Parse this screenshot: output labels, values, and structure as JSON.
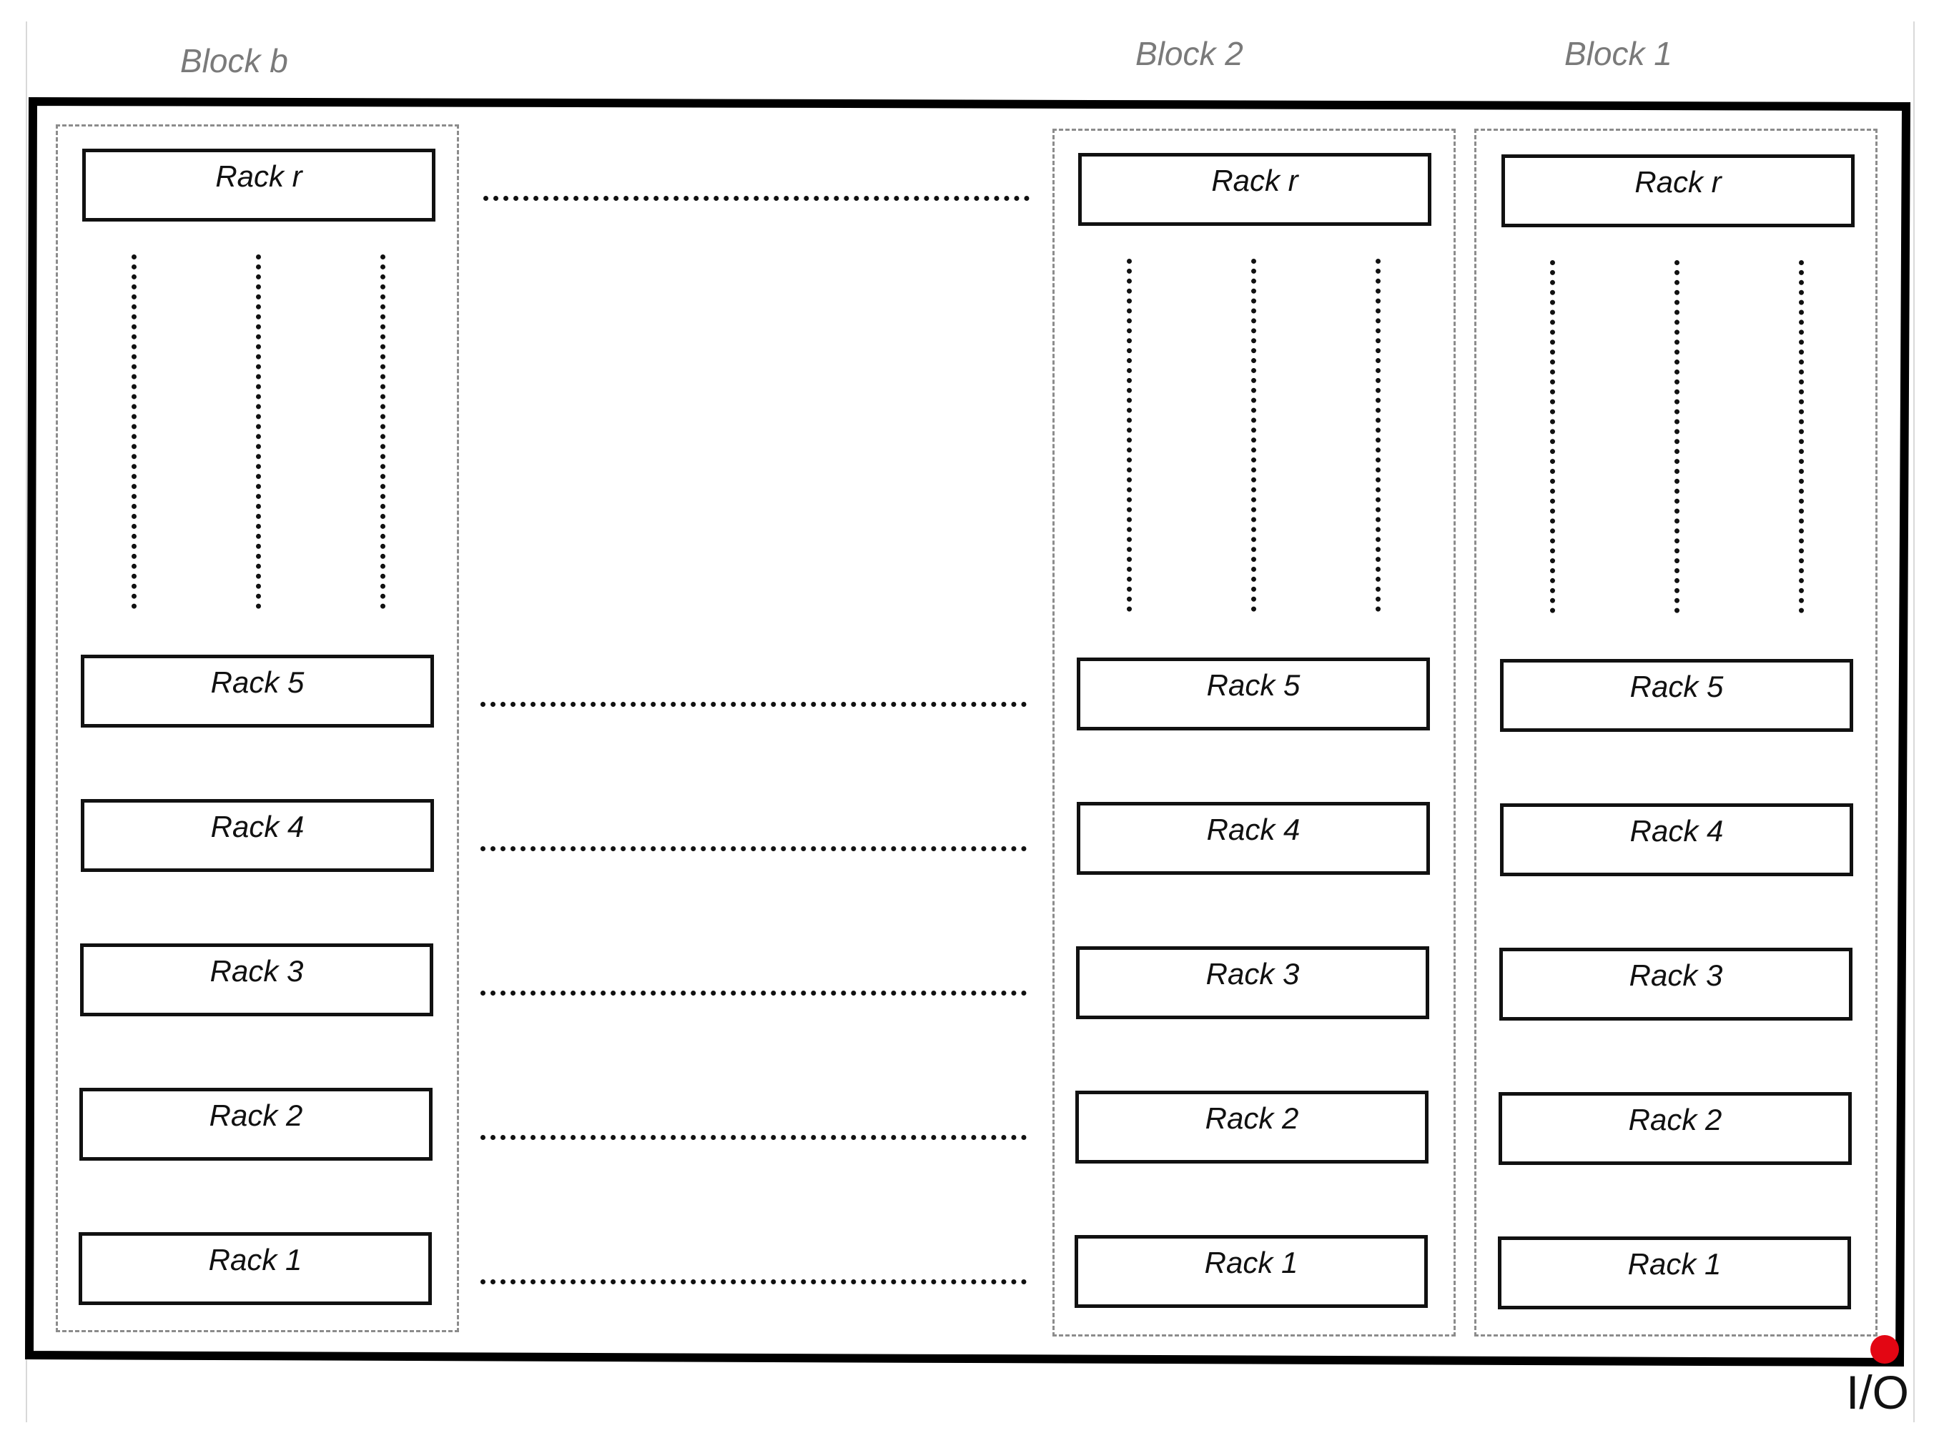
{
  "blocks": [
    {
      "label": "Block b",
      "racks": [
        "Rack r",
        "Rack 5",
        "Rack 4",
        "Rack 3",
        "Rack 2",
        "Rack 1"
      ]
    },
    {
      "label": "Block 2",
      "racks": [
        "Rack r",
        "Rack 5",
        "Rack 4",
        "Rack 3",
        "Rack 2",
        "Rack 1"
      ]
    },
    {
      "label": "Block 1",
      "racks": [
        "Rack r",
        "Rack 5",
        "Rack 4",
        "Rack 3",
        "Rack 2",
        "Rack 1"
      ]
    }
  ],
  "io": {
    "label": "I/O",
    "color": "#e30613"
  },
  "colors": {
    "frame": "#000000",
    "block_border": "#8c8c8c",
    "block_label": "#7a7a7a",
    "rack_border": "#111111"
  }
}
